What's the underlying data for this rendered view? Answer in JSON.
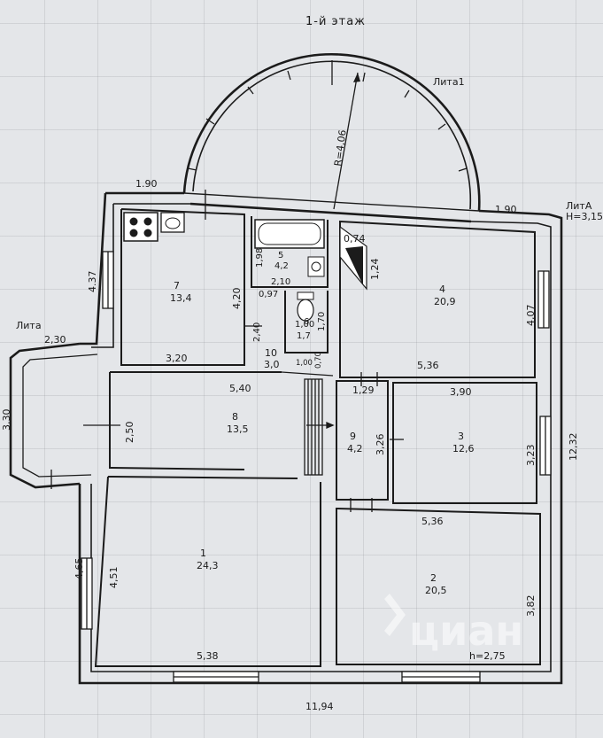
{
  "title": "1-й этаж",
  "labels": {
    "lit_a1": "Лита1",
    "lit_a_right": "ЛитА",
    "height_right": "H=3,15",
    "lit_a_left": "Лита",
    "radius": "R=4,06",
    "height_bottom": "h=2,75"
  },
  "dims": {
    "d_1_90_left": "1.90",
    "d_1_90_right": "1.90",
    "d_4_37": "4.37",
    "d_2_30": "2,30",
    "d_3_30": "3,30",
    "d_2_50": "2,50",
    "d_4_65": "4,65",
    "d_4_51": "4,51",
    "d_5_38": "5,38",
    "d_11_94": "11,94",
    "d_12_32": "12,32",
    "d_4_07": "4,07",
    "d_0_74": "0,74",
    "d_1_24": "1,24",
    "d_5_36_top": "5,36",
    "d_1_29": "1,29",
    "d_3_90": "3,90",
    "d_3_26": "3,26",
    "d_3_23": "3,23",
    "d_5_36_mid": "5,36",
    "d_3_82": "3,82",
    "d_4_20": "4,20",
    "d_3_20": "3,20",
    "d_1_98": "1,98",
    "d_2_10": "2,10",
    "d_0_97": "0,97",
    "d_2_40": "2,40",
    "d_1_00_a": "1,00",
    "d_1_70": "1,70",
    "d_1_00_b": "1,00",
    "d_0_70": "0,70",
    "d_5_40": "5,40"
  },
  "rooms": [
    {
      "num": "1",
      "area": "24,3"
    },
    {
      "num": "2",
      "area": "20,5"
    },
    {
      "num": "3",
      "area": "12,6"
    },
    {
      "num": "4",
      "area": "20,9"
    },
    {
      "num": "5",
      "area": "4,2"
    },
    {
      "num": "6",
      "area": "1,7"
    },
    {
      "num": "7",
      "area": "13,4"
    },
    {
      "num": "8",
      "area": "13,5"
    },
    {
      "num": "9",
      "area": "4,2"
    },
    {
      "num": "10",
      "area": "3,0"
    }
  ],
  "watermark": "циан"
}
